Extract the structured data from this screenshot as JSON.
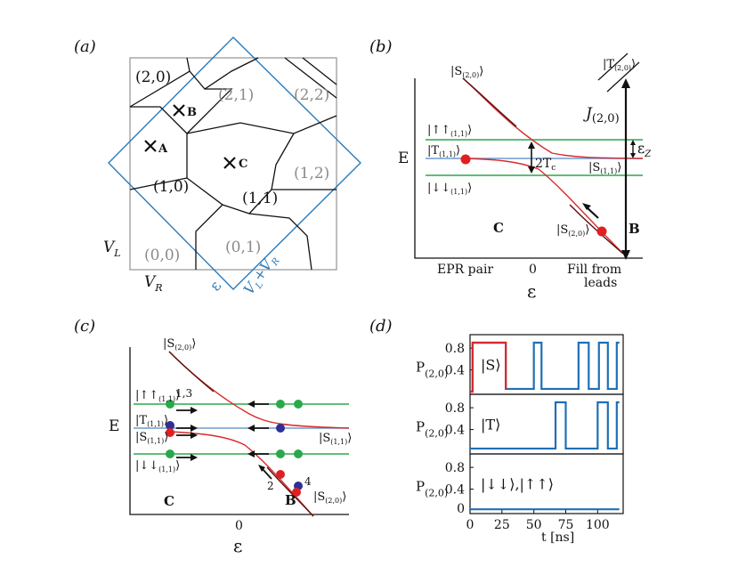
{
  "panels": {
    "a": {
      "label": "(a)",
      "regions": {
        "r20": "(2,0)",
        "r21": "(2,1)",
        "r22": "(2,2)",
        "r10": "(1,0)",
        "r11": "(1,1)",
        "r12": "(1,2)",
        "r00": "(0,0)",
        "r01": "(0,1)"
      },
      "points": {
        "a": "A",
        "b": "B",
        "c": "C"
      },
      "axes": {
        "vl": "V",
        "vl_sub": "L",
        "vr": "V",
        "vr_sub": "R"
      },
      "rotated": {
        "eps": "ε",
        "sum": "V",
        "sum_sub1": "L",
        "sum_plus": "+V",
        "sum_sub2": "R"
      }
    },
    "b": {
      "label": "(b)",
      "y_axis": "E",
      "x_axis": "ε",
      "x_ticks": {
        "epr": "EPR pair",
        "zero": "0",
        "fill1": "Fill from",
        "fill2": "leads"
      },
      "states": {
        "s20_top": "|S",
        "s20_top_sub": "(2,0)",
        "t20": "|T",
        "t20_sub": "(2,0)",
        "upup": "|↑↑",
        "upup_sub": "(1,1)",
        "t11": "|T",
        "t11_sub": "(1,1)",
        "dndn": "|↓↓",
        "dndn_sub": "(1,1)",
        "s11": "|S",
        "s11_sub": "(1,1)",
        "s20_mid": "|S",
        "s20_mid_sub": "(2,0)"
      },
      "annotations": {
        "j": "J",
        "j_sub": "(2,0)",
        "ez": "ε",
        "ez_sub": "Z",
        "tc": "2T",
        "tc_sub": "c",
        "c": "C",
        "b": "B"
      }
    },
    "c": {
      "label": "(c)",
      "y_axis": "E",
      "x_axis": "ε",
      "x_zero": "0",
      "states": {
        "s20_top": "|S",
        "s20_top_sub": "(2,0)",
        "upup": "|↑↑",
        "upup_sub": "(1,1)",
        "t11": "|T",
        "t11_sub": "(1,1)",
        "s11_l": "|S",
        "s11_l_sub": "(1,1)",
        "dndn": "|↓↓",
        "dndn_sub": "(1,1)",
        "s11_r": "|S",
        "s11_r_sub": "(1,1)",
        "s20_bot": "|S",
        "s20_bot_sub": "(2,0)"
      },
      "annotations": {
        "n13": "1,3",
        "n2": "2",
        "n4": "4",
        "c": "C",
        "b": "B"
      }
    },
    "d": {
      "label": "(d)",
      "ylabel": "P",
      "ylabel_sub": "(2,0)",
      "yticks": [
        "0.8",
        "0.4",
        "0"
      ],
      "xticks": [
        "0",
        "25",
        "50",
        "75",
        "100"
      ],
      "xlabel": "t [ns]",
      "traces": [
        {
          "state": "|S⟩",
          "color": "#1f6fb5",
          "first_color": "#d8282d",
          "levels": [
            [
              0,
              0.0
            ],
            [
              2,
              0.0
            ],
            [
              2,
              0.9
            ],
            [
              28,
              0.9
            ],
            [
              28,
              0.05
            ],
            [
              50,
              0.05
            ],
            [
              50,
              0.9
            ],
            [
              56,
              0.9
            ],
            [
              56,
              0.05
            ],
            [
              85,
              0.05
            ],
            [
              85,
              0.9
            ],
            [
              93,
              0.9
            ],
            [
              93,
              0.05
            ],
            [
              101,
              0.05
            ],
            [
              101,
              0.9
            ],
            [
              108,
              0.9
            ],
            [
              108,
              0.05
            ],
            [
              115,
              0.05
            ],
            [
              115,
              0.9
            ],
            [
              117,
              0.9
            ]
          ],
          "red_until": 28
        },
        {
          "state": "|T⟩",
          "color": "#1f6fb5",
          "levels": [
            [
              0,
              0.05
            ],
            [
              67,
              0.05
            ],
            [
              67,
              0.9
            ],
            [
              75,
              0.9
            ],
            [
              75,
              0.05
            ],
            [
              100,
              0.05
            ],
            [
              100,
              0.9
            ],
            [
              108,
              0.9
            ],
            [
              108,
              0.05
            ],
            [
              115,
              0.05
            ],
            [
              115,
              0.9
            ],
            [
              117,
              0.9
            ]
          ]
        },
        {
          "state": "|↓↓⟩,|↑↑⟩",
          "color": "#1f6fb5",
          "levels": [
            [
              0,
              0.03
            ],
            [
              117,
              0.03
            ]
          ]
        }
      ]
    }
  },
  "colors": {
    "green": "#2aa84a",
    "blue": "#6d9bd1",
    "red": "#e02020",
    "dark": "#5a1010",
    "navy": "#2f2f9a",
    "frame": "#2b7bb9"
  }
}
